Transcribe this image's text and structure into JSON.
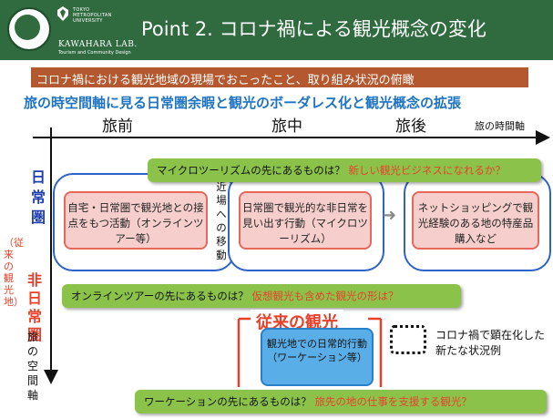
{
  "header": {
    "title": "Point 2. コロナ禍による観光概念の変化",
    "university_lines": [
      "TOKYO",
      "METROPOLITAN",
      "UNIVERSITY"
    ],
    "lab_name": "KAWAHARA LAB.",
    "lab_subtitle": "Tourism and Community Design",
    "background_color": "#2f6b3f"
  },
  "subtitle_bar": {
    "text": "コロナ禍における観光地域の現場でおこったこと、取り組み状況の俯瞰",
    "background_color": "#b3582f"
  },
  "heading": "旅の時空間軸に見る日常圏余暇と観光のボーダレス化と観光概念の拡張",
  "phases": {
    "before": "旅前",
    "during": "旅中",
    "after": "旅後",
    "time_axis_label": "旅の時間軸"
  },
  "left_labels": {
    "daily": "日常圏",
    "non_daily": "非日常圏",
    "non_daily_note": "（従来の観光地）",
    "space_axis": "旅の空間軸"
  },
  "boxes": {
    "before": "自宅・日常圏で観光地との接点をもつ活動（オンラインツアー等）",
    "during": "日常圏で観光的な非日常を見い出す行動（マイクロツーリズム）",
    "after": "ネットショッピングで観光経験のある地の特産品購入など",
    "nearby_travel": "近場への移動",
    "workcation": "観光地での日常的行動（ワーケーション等）"
  },
  "callouts": {
    "micro": {
      "question": "マイクロツーリズムの先にあるものは？",
      "answer": "新しい観光ビジネスになれるか？"
    },
    "online": {
      "question": "オンラインツアーの先にあるものは？",
      "answer": "仮想観光も含めた観光の形は？"
    },
    "workcation": {
      "question": "ワーケーションの先にあるものは？",
      "answer": "旅先の地の仕事を支援する観光？"
    }
  },
  "traditional_label": "従来の観光",
  "legend": "コロナ禍で顕在化した新たな状況例",
  "colors": {
    "accent_blue": "#1e73c2",
    "axis_blue": "#2d63c8",
    "red": "#e8412b",
    "green": "#8bc34a",
    "pink": "#f6cfcc",
    "light_blue": "#5aaee8"
  },
  "icons": [
    "logo-emblem-icon",
    "university-mark-icon",
    "arrow-right-icon"
  ]
}
